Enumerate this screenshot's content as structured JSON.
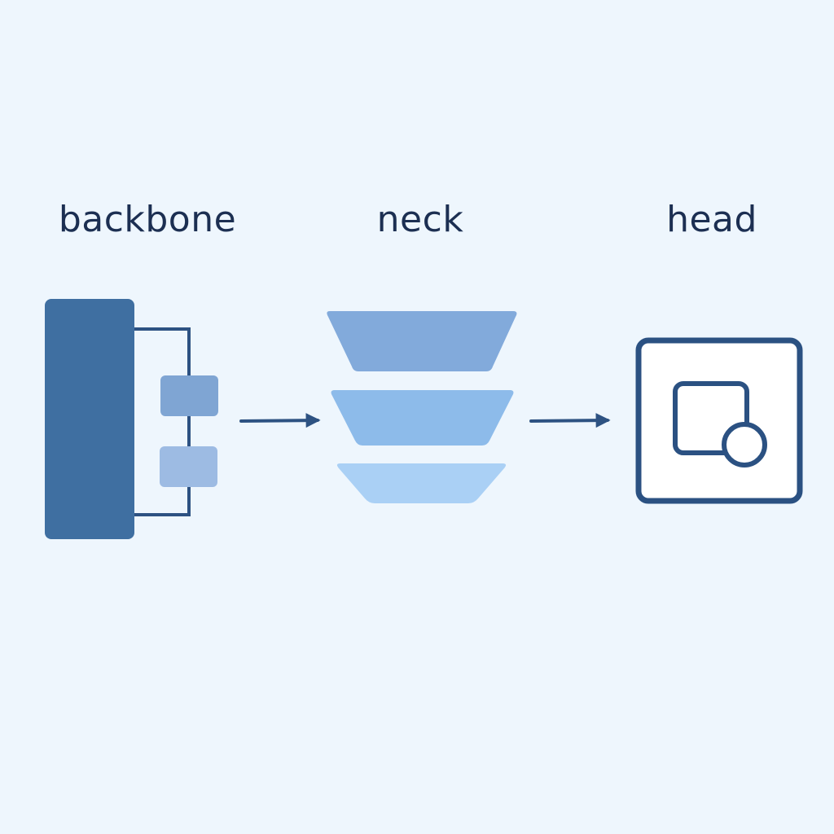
{
  "labels": {
    "backbone": "backbone",
    "neck": "neck",
    "head": "head"
  },
  "colors": {
    "background": "#eef6fd",
    "text": "#1c2f52",
    "backbone_block": "#3f6fa1",
    "backbone_module_1": "#7fa5d3",
    "backbone_module_2": "#9dbbe3",
    "connector": "#2d5282",
    "neck_layer_1": "#82aadb",
    "neck_layer_2": "#8dbbea",
    "neck_layer_3": "#aad0f5",
    "head_stroke": "#2b5182",
    "head_fill": "#ffffff"
  },
  "icons": {
    "head": "bounding-box-with-circle-icon"
  }
}
